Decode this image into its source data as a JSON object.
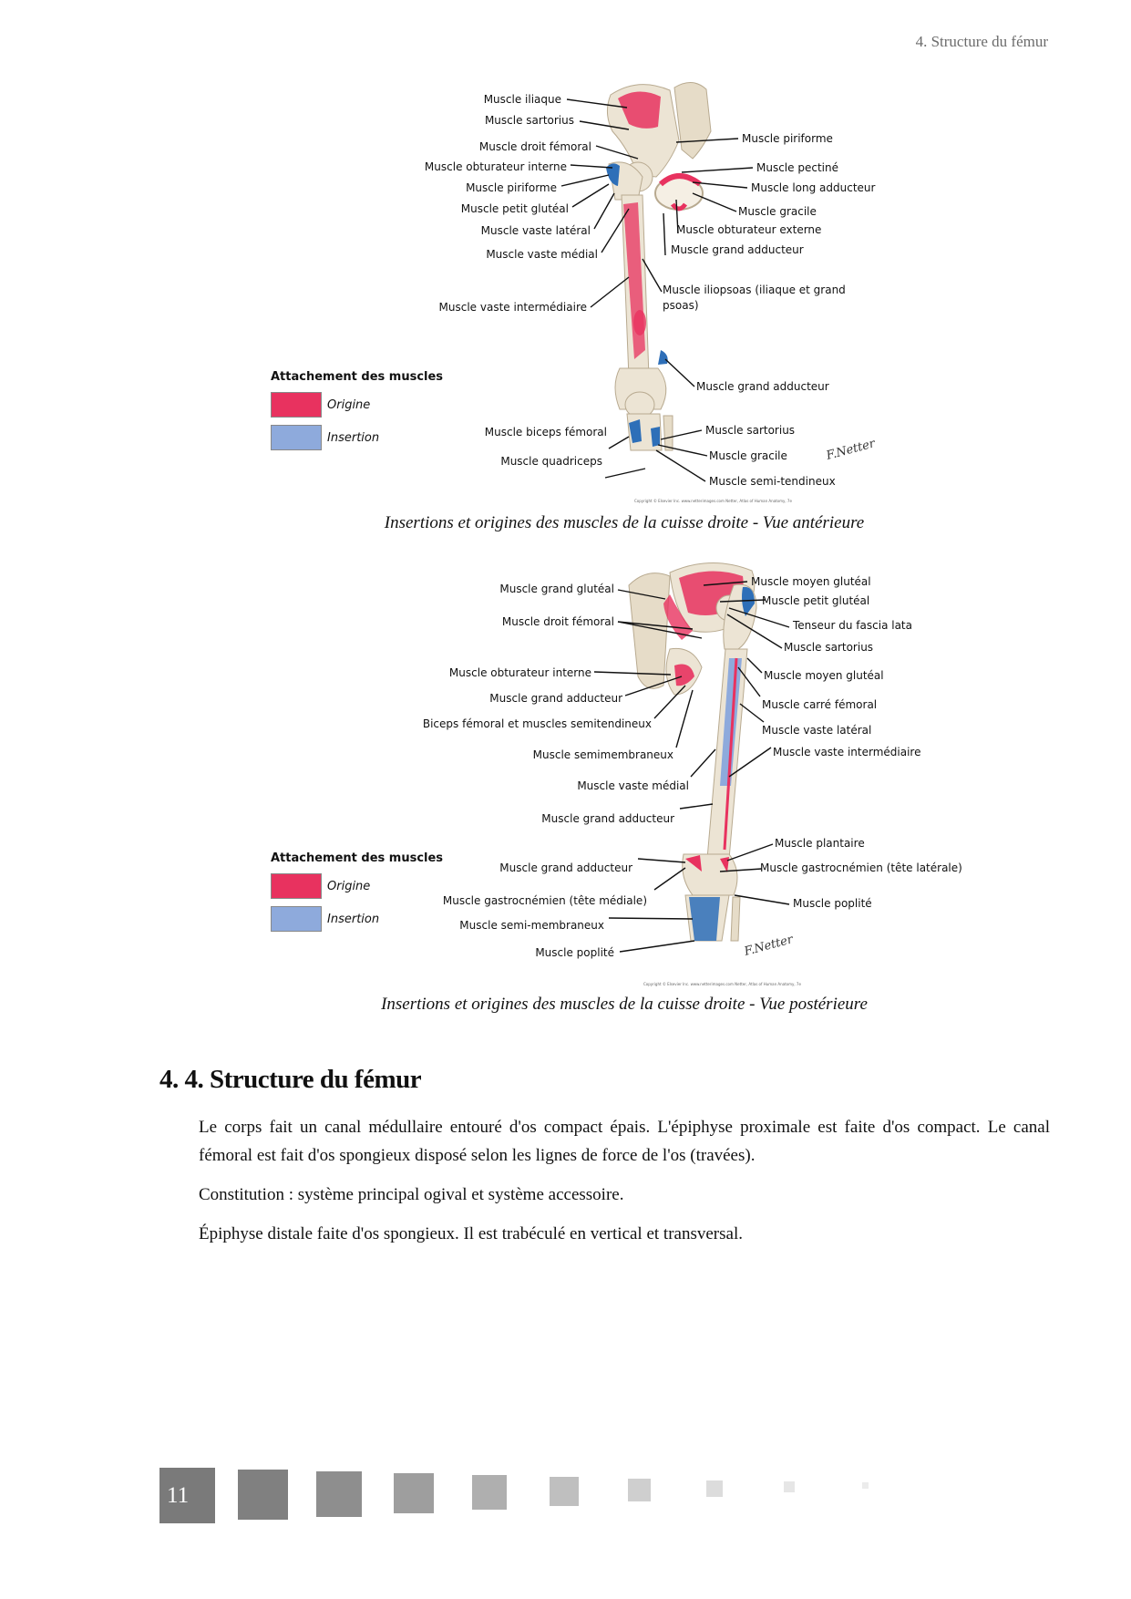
{
  "header": {
    "running_title": "4. Structure du fémur"
  },
  "figure_anterior": {
    "labels_left": [
      "Muscle iliaque",
      "Muscle sartorius",
      "Muscle droit fémoral",
      "Muscle obturateur interne",
      "Muscle piriforme",
      "Muscle petit glutéal",
      "Muscle vaste latéral",
      "Muscle vaste médial",
      "Muscle vaste intermédiaire"
    ],
    "labels_right": [
      "Muscle piriforme",
      "Muscle pectiné",
      "Muscle long adducteur",
      "Muscle gracile",
      "Muscle obturateur externe",
      "Muscle grand adducteur",
      "Muscle iliopsoas (iliaque et grand",
      "psoas)",
      "Muscle grand adducteur",
      "Muscle sartorius",
      "Muscle gracile",
      "Muscle semi-tendineux"
    ],
    "labels_knee_left": [
      "Muscle biceps fémoral",
      "Muscle quadriceps"
    ],
    "legend": {
      "title": "Attachement des muscles",
      "origin": "Origine",
      "insertion": "Insertion"
    },
    "copyright": "Copyright © Elsevier Inc.   www.netterimages.com Netter, Atlas of Human Anatomy, 7e",
    "caption": "Insertions et origines des muscles de la cuisse droite - Vue antérieure"
  },
  "figure_posterior": {
    "labels_left": [
      "Muscle grand glutéal",
      "Muscle droit fémoral",
      "Muscle obturateur interne",
      "Muscle grand adducteur",
      "Biceps fémoral et muscles semitendineux",
      "Muscle semimembraneux",
      "Muscle vaste médial",
      "Muscle grand adducteur",
      "Muscle grand adducteur",
      "Muscle gastrocnémien (tête médiale)",
      "Muscle semi-membraneux",
      "Muscle poplité"
    ],
    "labels_right": [
      "Muscle moyen glutéal",
      "Muscle petit glutéal",
      "Tenseur  du fascia lata",
      "Muscle sartorius",
      "Muscle moyen glutéal",
      "Muscle carré fémoral",
      "Muscle vaste latéral",
      "Muscle vaste intermédiaire",
      "Muscle plantaire",
      "Muscle gastrocnémien (tête latérale)",
      "Muscle poplité"
    ],
    "legend": {
      "title": "Attachement des muscles",
      "origin": "Origine",
      "insertion": "Insertion"
    },
    "copyright": "Copyright © Elsevier Inc.   www.netterimages.com Netter, Atlas of Human Anatomy, 7e",
    "caption": "Insertions et origines des muscles de la cuisse droite - Vue postérieure"
  },
  "section": {
    "heading": "4. 4. Structure du fémur",
    "paragraphs": [
      "Le corps fait un canal médullaire entouré d'os compact épais. L'épiphyse proximale est faite d'os compact. Le canal fémoral est fait d'os spongieux disposé selon les lignes de force de l'os (travées).",
      "Constitution : système principal ogival et système accessoire.",
      "Épiphyse distale faite d'os spongieux. Il est trabéculé en vertical et transversal."
    ]
  },
  "footer": {
    "page_number": "11"
  },
  "colors": {
    "origin": "#e8325f",
    "insertion": "#8eaadc",
    "bone": "#ece4d4",
    "page_box": "#7a7a7a"
  }
}
